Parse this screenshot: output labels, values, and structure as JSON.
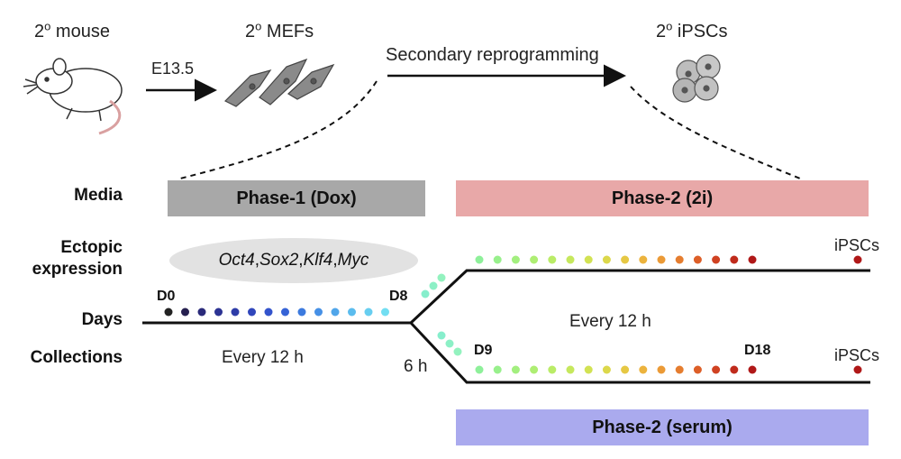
{
  "header": {
    "mouse": {
      "sup": "o",
      "pre": "2",
      "text": " mouse"
    },
    "mefs": {
      "sup": "o",
      "pre": "2",
      "text": " MEFs"
    },
    "ipscs": {
      "sup": "o",
      "pre": "2",
      "text": " iPSCs"
    },
    "e135": "E13.5",
    "secondary": "Secondary reprogramming"
  },
  "rows": {
    "media": "Media",
    "ectopic_line1": "Ectopic",
    "ectopic_line2": "expression",
    "days": "Days",
    "collections": "Collections"
  },
  "phases": {
    "dox": {
      "label": "Phase-1 (Dox)",
      "color": "#a8a8a8"
    },
    "twoi": {
      "label": "Phase-2 (2i)",
      "color": "#e8a8a8"
    },
    "serum": {
      "label": "Phase-2 (serum)",
      "color": "#aaaaee"
    }
  },
  "factors": [
    {
      "name": "Oct4",
      "sep": ", "
    },
    {
      "name": "Sox2",
      "sep": ", "
    },
    {
      "name": "Klf4",
      "sep": ", "
    },
    {
      "name": "Myc",
      "sep": ""
    }
  ],
  "timeline": {
    "d0": "D0",
    "d8": "D8",
    "d9": "D9",
    "d18": "D18",
    "every12_left": "Every 12 h",
    "every12_right": "Every 12 h",
    "six_h": "6 h",
    "ipscs_top": "iPSCs",
    "ipscs_bottom": "iPSCs"
  },
  "colors": {
    "phase1_dots": [
      "#222222",
      "#262050",
      "#2a2a7a",
      "#2c3393",
      "#2e3ca8",
      "#3046bb",
      "#3353cc",
      "#3663d6",
      "#3c7ade",
      "#4690e6",
      "#50a6ea",
      "#5bbcee",
      "#67cef0",
      "#72def2"
    ],
    "branch_dots": [
      "#86eecc",
      "#8cf0c6",
      "#93f2bf"
    ],
    "phase2_dots": [
      "#8ef09a",
      "#98f08c",
      "#a3ef7f",
      "#aeee73",
      "#baec67",
      "#c6e85d",
      "#d2e253",
      "#dcd84b",
      "#e6c844",
      "#ecb33d",
      "#eb9a36",
      "#e57d2f",
      "#dd5f28",
      "#d04222",
      "#c02b1c",
      "#b01818"
    ],
    "ipsc_dot": "#b01818",
    "line": "#111111"
  }
}
